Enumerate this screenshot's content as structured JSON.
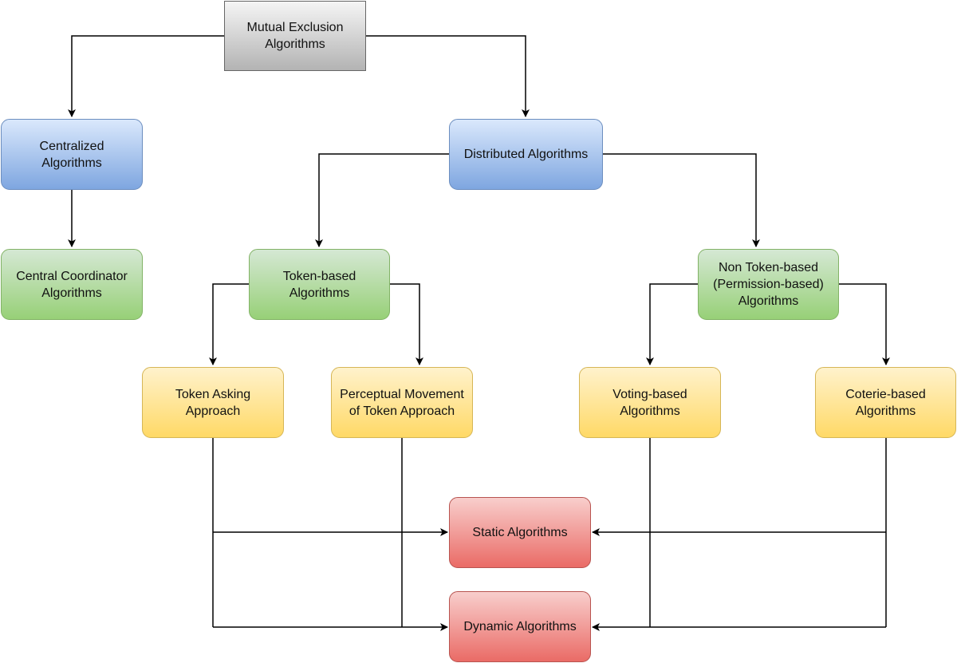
{
  "nodes": {
    "root": "Mutual Exclusion\nAlgorithms",
    "centralized": "Centralized\nAlgorithms",
    "distributed": "Distributed Algorithms",
    "central_coordinator": "Central Coordinator\nAlgorithms",
    "token_based": "Token-based\nAlgorithms",
    "non_token_based": "Non Token-based\n(Permission-based)\nAlgorithms",
    "token_asking": "Token Asking\nApproach",
    "perceptual_movement": "Perceptual Movement\nof Token Approach",
    "voting_based": "Voting-based\nAlgorithms",
    "coterie_based": "Coterie-based\nAlgorithms",
    "static": "Static Algorithms",
    "dynamic": "Dynamic Algorithms"
  },
  "colors": {
    "root": "#cccccc",
    "level1": "#7ea6e0",
    "level2": "#97d077",
    "level3": "#ffd966",
    "level4": "#ea6b66",
    "edges": "#000000"
  }
}
